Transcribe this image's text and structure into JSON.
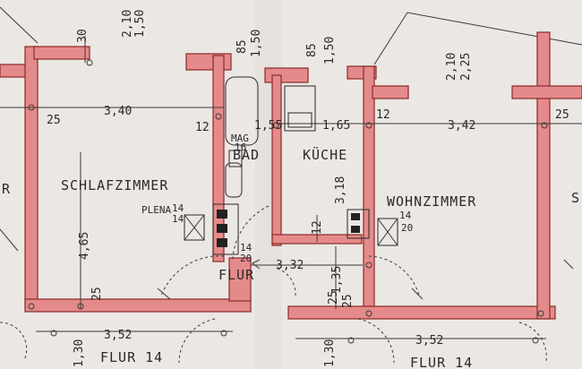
{
  "rooms": {
    "schlafzimmer": "SCHLAFZIMMER",
    "bad": "BAD",
    "kueche": "KÜCHE",
    "wohnzimmer": "WOHNZIMMER",
    "flur_center": "FLUR",
    "flur_bottom_left": "FLUR 14",
    "flur_bottom_right": "FLUR 14"
  },
  "labels": {
    "mag": "MAG",
    "plena": "PLENA",
    "edge_left": "R",
    "edge_right": "S"
  },
  "dimensions": {
    "top_left_30": "30",
    "top_bad_85": "85",
    "top_bad_150": "1,50",
    "top_kue_85": "85",
    "top_kue_150": "1,50",
    "top_left_210": "2,10",
    "top_left_150": "1,50",
    "top_right_210": "2,10",
    "top_right_225": "2,25",
    "left_25": "25",
    "width_340": "3,40",
    "bad_12": "12",
    "bad_155": "1,55",
    "kue_165": "1,65",
    "kue_12": "12",
    "width_342": "3,42",
    "right_25": "25",
    "mag_16": "16",
    "kue_318": "3,18",
    "kue_12b": "12",
    "shaft_14a": "14",
    "shaft_14b": "14",
    "shaft_14c": "14",
    "shaft_14d": "14",
    "shaft_20a": "20",
    "shaft_20b": "20",
    "height_465": "4,65",
    "flur_332": "3,32",
    "flur_135": "1,35",
    "bottom_25a": "25",
    "bottom_25b": "25",
    "bottom_25c": "25",
    "bottom_352_left": "3,52",
    "bottom_352_right": "3,52",
    "bottom_130_left": "1,30",
    "bottom_130_right": "1,30"
  }
}
